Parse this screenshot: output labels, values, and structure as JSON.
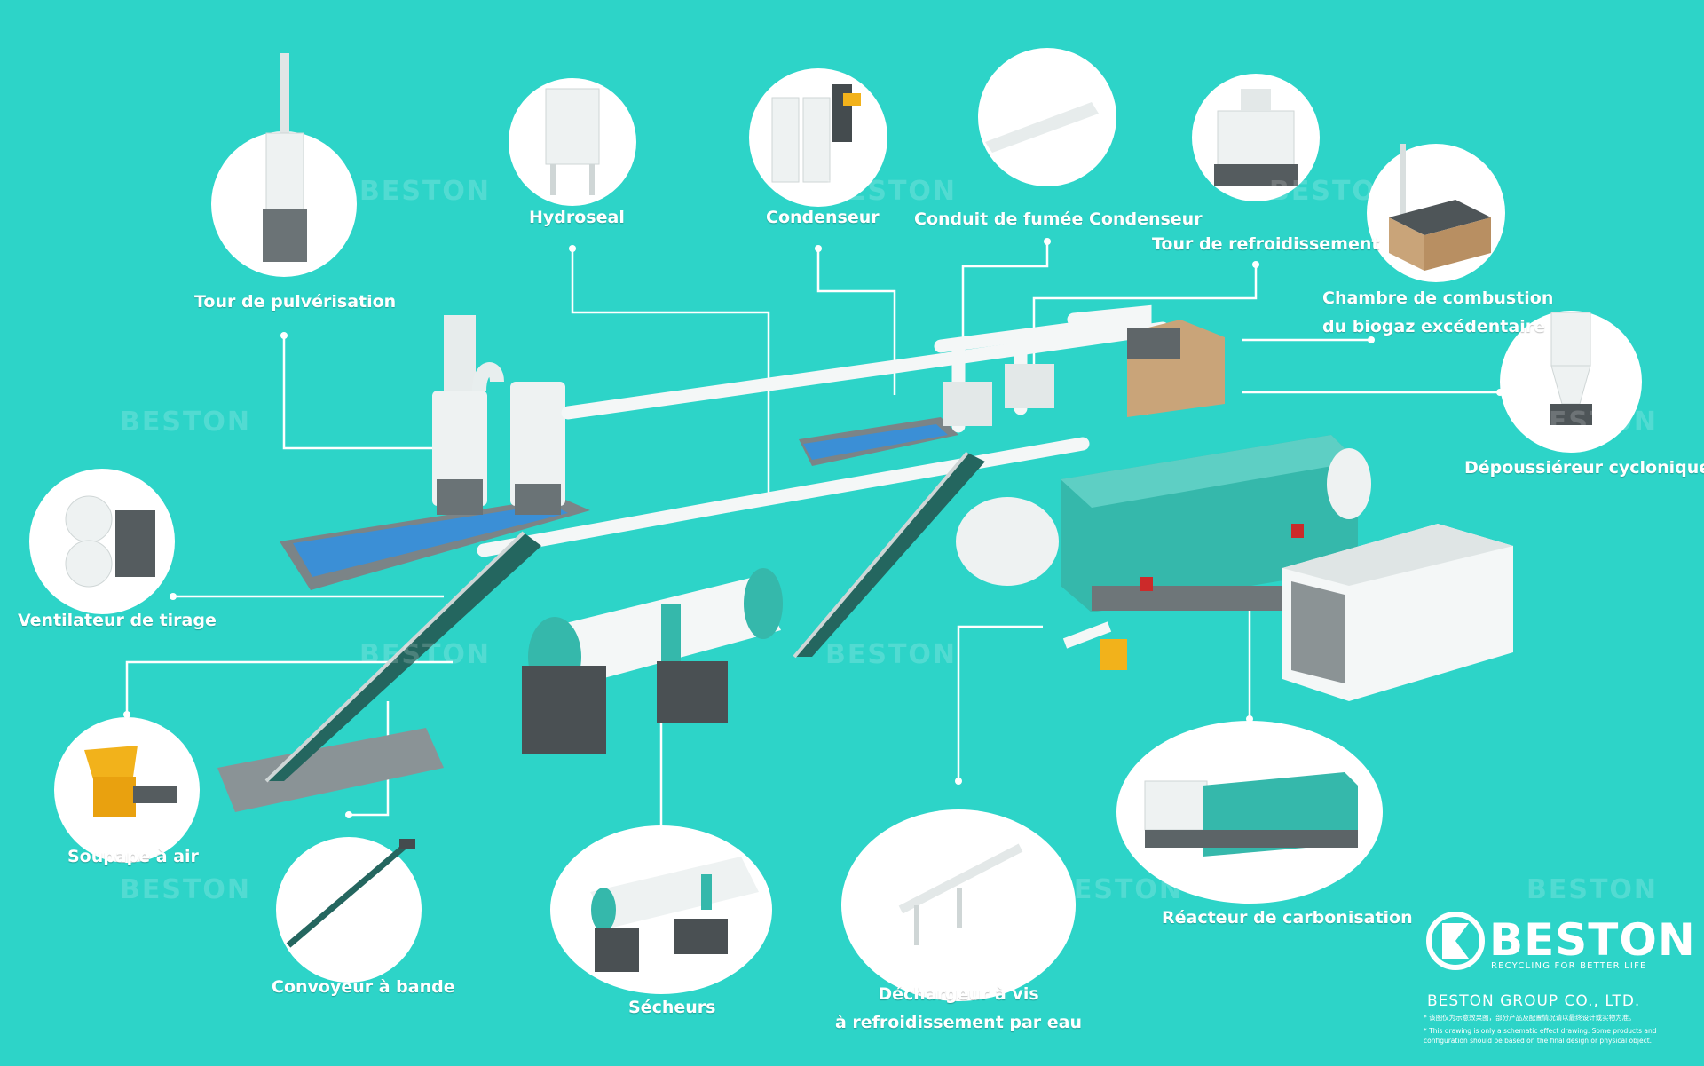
{
  "labels": {
    "spray_tower": "Tour de pulvérisation",
    "hydroseal": "Hydroseal",
    "condenser": "Condenseur",
    "flue_condenser": "Conduit de fumée Condenseur",
    "cooling_tower": "Tour de refroidissement",
    "combustion_line1": "Chambre de combustion",
    "combustion_line2": "du biogaz excédentaire",
    "cyclone": "Dépoussiéreur cyclonique",
    "draft_fan": "Ventilateur de tirage",
    "air_valve": "Soupape à air",
    "belt_conveyor": "Convoyeur à bande",
    "dryers": "Sécheurs",
    "screw_line1": "Déchargeur à vis",
    "screw_line2": "à refroidissement par eau",
    "reactor": "Réacteur de carbonisation"
  },
  "brand": {
    "name": "BESTON",
    "tagline": "RECYCLING FOR BETTER LIFE",
    "company": "BESTON GROUP CO., LTD.",
    "note_cn": "* 该图仅为示意效果图，部分产品及配置情况请以最终设计或实物为准。",
    "note_en1": "* This drawing is only a schematic effect drawing. Some products and",
    "note_en2": "configuration should be based on the final design or physical object."
  },
  "watermark": "BESTON",
  "colors": {
    "background": "#2dd4c8",
    "accent": "#2bb5a8",
    "machine_white": "#f2f5f5",
    "machine_grey": "#7b8487"
  }
}
